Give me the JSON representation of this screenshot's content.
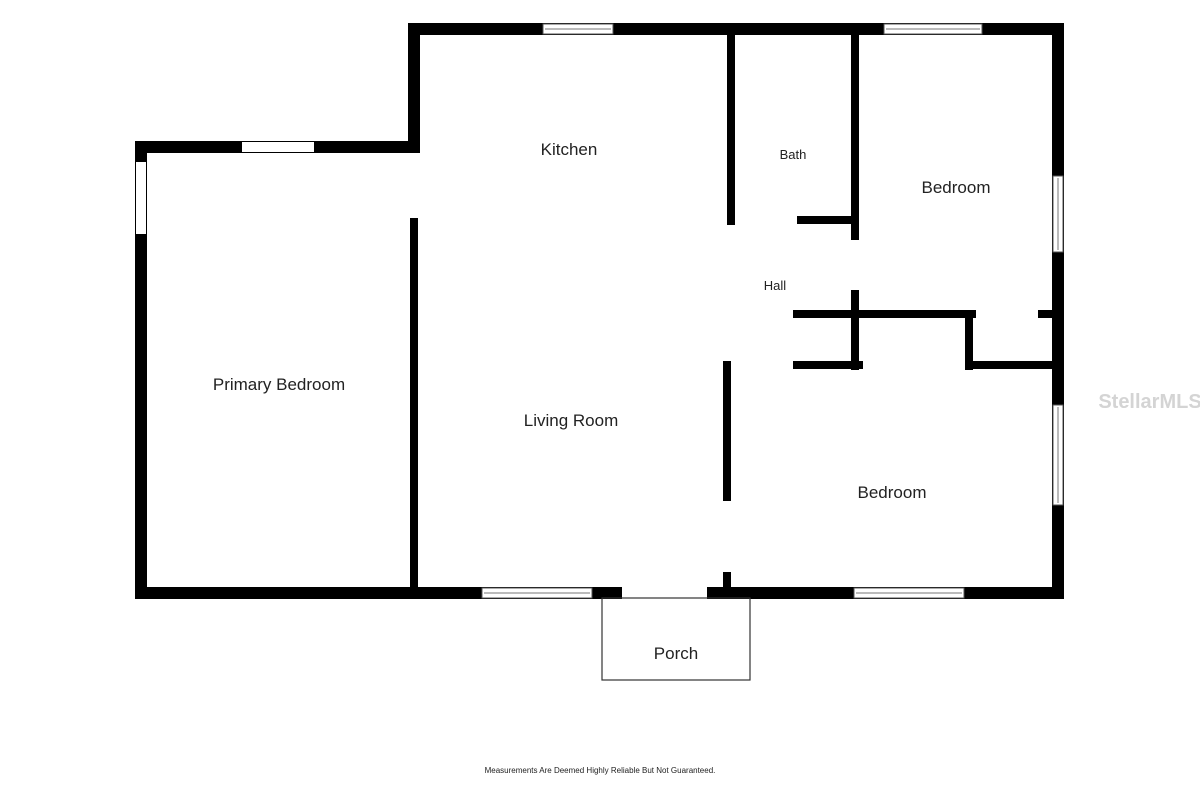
{
  "rooms": {
    "kitchen": "Kitchen",
    "bath": "Bath",
    "bedroom_ne": "Bedroom",
    "hall": "Hall",
    "primary_bedroom": "Primary Bedroom",
    "living_room": "Living Room",
    "bedroom_se": "Bedroom",
    "porch": "Porch"
  },
  "watermark": "StellarMLS",
  "disclaimer": "Measurements Are Deemed Highly Reliable But Not Guaranteed.",
  "colors": {
    "wall": "#000000",
    "background": "#ffffff"
  }
}
